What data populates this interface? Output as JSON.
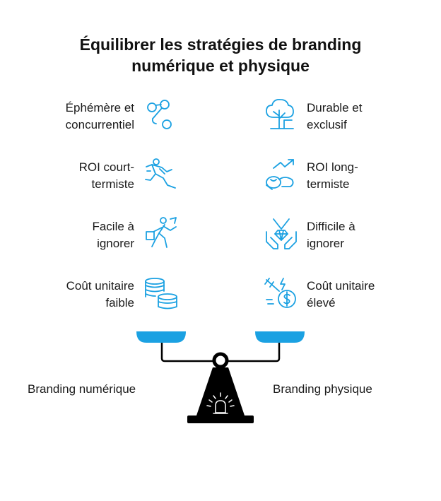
{
  "title": {
    "line1": "Équilibrer les stratégies de branding",
    "line2": "numérique et physique"
  },
  "colors": {
    "accent": "#1ba1e2",
    "text": "#111111",
    "base": "#000000"
  },
  "left_items": [
    {
      "line1": "Éphémère et",
      "line2": "concurrentiel",
      "icon": "chain-link-icon"
    },
    {
      "line1": "ROI court-",
      "line2": "termiste",
      "icon": "running-person-icon"
    },
    {
      "line1": "Facile à",
      "line2": "ignorer",
      "icon": "person-walking-away-icon"
    },
    {
      "line1": "Coût unitaire",
      "line2": "faible",
      "icon": "coin-stacks-icon"
    }
  ],
  "right_items": [
    {
      "line1": "Durable et",
      "line2": "exclusif",
      "icon": "tree-icon"
    },
    {
      "line1": "ROI long-",
      "line2": "termiste",
      "icon": "growth-investment-icon"
    },
    {
      "line1": "Difficile à",
      "line2": "ignorer",
      "icon": "hands-holding-gem-icon"
    },
    {
      "line1": "Coût unitaire",
      "line2": "élevé",
      "icon": "rising-cost-icon"
    }
  ],
  "scale": {
    "left_label": "Branding numérique",
    "right_label": "Branding physique"
  }
}
